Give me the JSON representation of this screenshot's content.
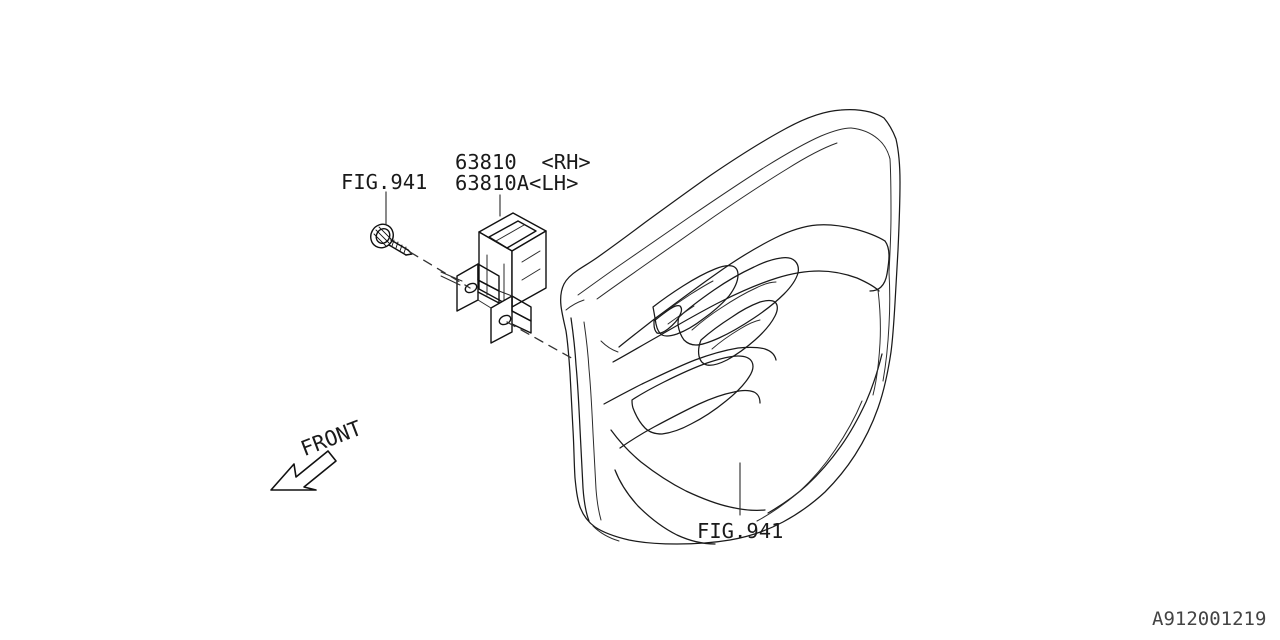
{
  "diagram": {
    "id_code": "A912001219",
    "front_marker": "FRONT",
    "labels": {
      "part_rh": "63810  <RH>",
      "part_lh": "63810A<LH>",
      "fig_reference_top": "FIG.941",
      "fig_reference_bottom": "FIG.941"
    },
    "parts": [
      {
        "number": "63810",
        "hand": "<RH>",
        "name": "door-switch-assembly"
      },
      {
        "number": "63810A",
        "hand": "<LH>",
        "name": "door-switch-assembly"
      }
    ],
    "references": [
      {
        "figure": "FIG.941",
        "target": "mounting-screw"
      },
      {
        "figure": "FIG.941",
        "target": "door-trim-panel"
      }
    ],
    "icons": {
      "front_arrow": "arrow-left-icon",
      "screw": "screw-icon"
    },
    "colors": {
      "line": "#1a1a1a",
      "background": "#ffffff",
      "id_text": "#444444"
    }
  }
}
